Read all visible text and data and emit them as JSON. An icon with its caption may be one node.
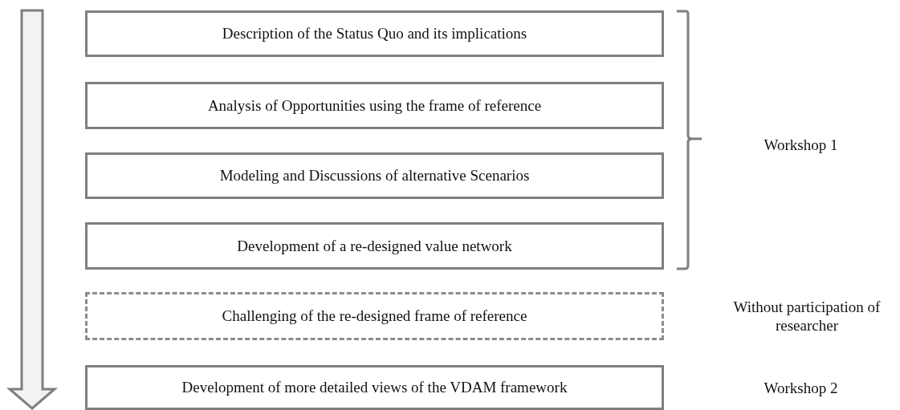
{
  "diagram": {
    "nodes": [
      {
        "text": [
          "Description of the Status Quo and its implications"
        ]
      },
      {
        "text": [
          "Analysis of Opportunities using the frame of reference"
        ]
      },
      {
        "text": [
          "Modeling and Discussions of alternative Scenarios"
        ]
      },
      {
        "text": [
          "Development of a re-designed value network"
        ]
      },
      {
        "text": [
          "Challenging of the re-designed frame of reference"
        ]
      },
      {
        "text": [
          "Development of more detailed views of the VDAM framework"
        ]
      }
    ],
    "labels": [
      "Workshop 1",
      "Without participation of researcher",
      "Workshop 2"
    ]
  }
}
